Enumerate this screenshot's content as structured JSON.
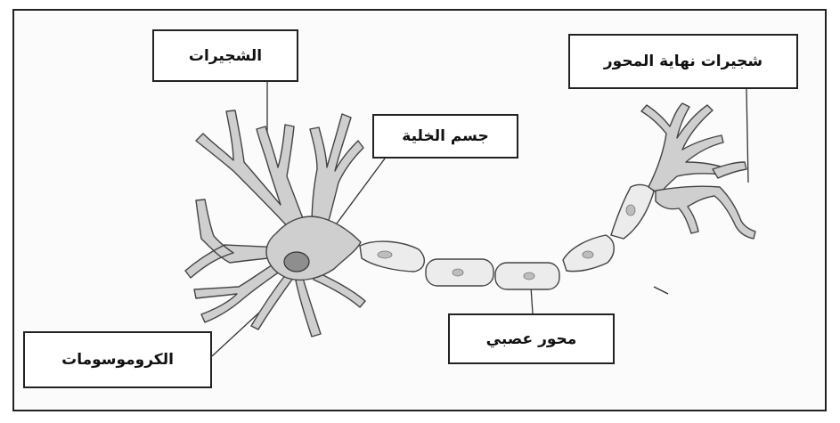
{
  "labels": {
    "dendrites": "الشجيرات",
    "cell_body": "جسم الخلية",
    "axon_terminal_dendrites": "شجيرات نهاية المحور",
    "chromosomes": "الكروموسومات",
    "axon": "محور عصبي"
  },
  "colors": {
    "cell_fill": "#cfcfcf",
    "outline": "#444444",
    "nucleus": "#8e8e8e",
    "myelin_fill": "#ececec",
    "box_border": "#222222"
  }
}
